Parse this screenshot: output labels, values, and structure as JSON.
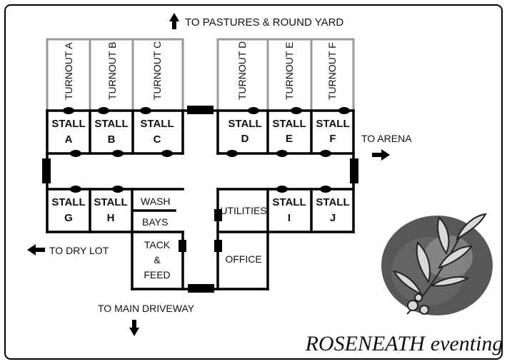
{
  "directions": {
    "pastures": "TO PASTURES & ROUND YARD",
    "arena": "TO ARENA",
    "dry_lot": "TO DRY LOT",
    "main_driveway": "TO MAIN DRIVEWAY"
  },
  "turnouts": [
    "TURNOUT A",
    "TURNOUT B",
    "TURNOUT C",
    "TURNOUT D",
    "TURNOUT E",
    "TURNOUT F"
  ],
  "stalls": {
    "word": "STALL",
    "letters": [
      "A",
      "B",
      "C",
      "D",
      "E",
      "F",
      "G",
      "H",
      "I",
      "J"
    ]
  },
  "rooms": {
    "wash": "WASH",
    "bays": "BAYS",
    "tack_1": "TACK",
    "tack_2": "&",
    "tack_3": "FEED",
    "utilities": "UTILITIES",
    "office": "OFFICE"
  },
  "logo": {
    "name": "ROSENEATH",
    "tagline": "eventing"
  },
  "colors": {
    "wall": "#000000",
    "turnout_wall": "#9a9a9a",
    "turnout_text": "#8a8a8a",
    "logo_blob": "#3a3a3a"
  }
}
